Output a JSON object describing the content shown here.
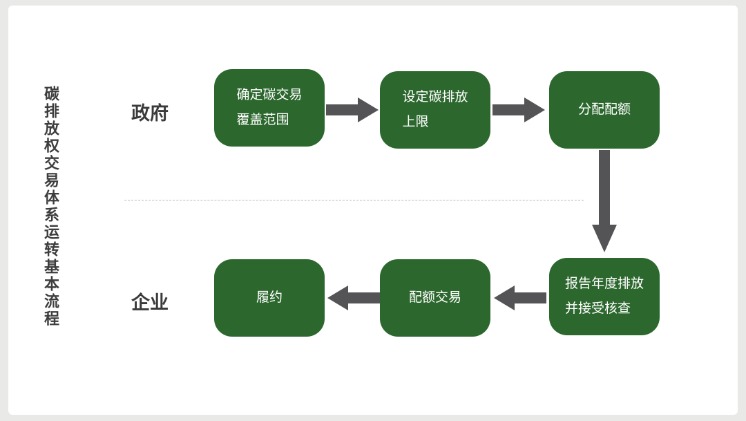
{
  "title": {
    "text": "碳排放权交易体系运转基本流程"
  },
  "sections": {
    "government": {
      "label": "政府",
      "boxes": {
        "coverage": {
          "line1": "确定碳交易",
          "line2": "覆盖范围"
        },
        "cap": {
          "line1": "设定碳排放",
          "line2": "上限"
        },
        "allocate": {
          "line1": "分配配额"
        }
      }
    },
    "enterprise": {
      "label": "企业",
      "boxes": {
        "compliance": {
          "line1": "履约"
        },
        "trading": {
          "line1": "配额交易"
        },
        "report": {
          "line1": "报告年度排放",
          "line2": "并接受核查"
        }
      }
    }
  },
  "flow": {
    "arrows": [
      "right",
      "right",
      "down",
      "left",
      "left"
    ]
  },
  "colors": {
    "background": "#e9eae7",
    "card": "#ffffff",
    "box_green": "#2c672e",
    "arrow_gray": "#545456",
    "text_dark": "#3a3a3a"
  }
}
